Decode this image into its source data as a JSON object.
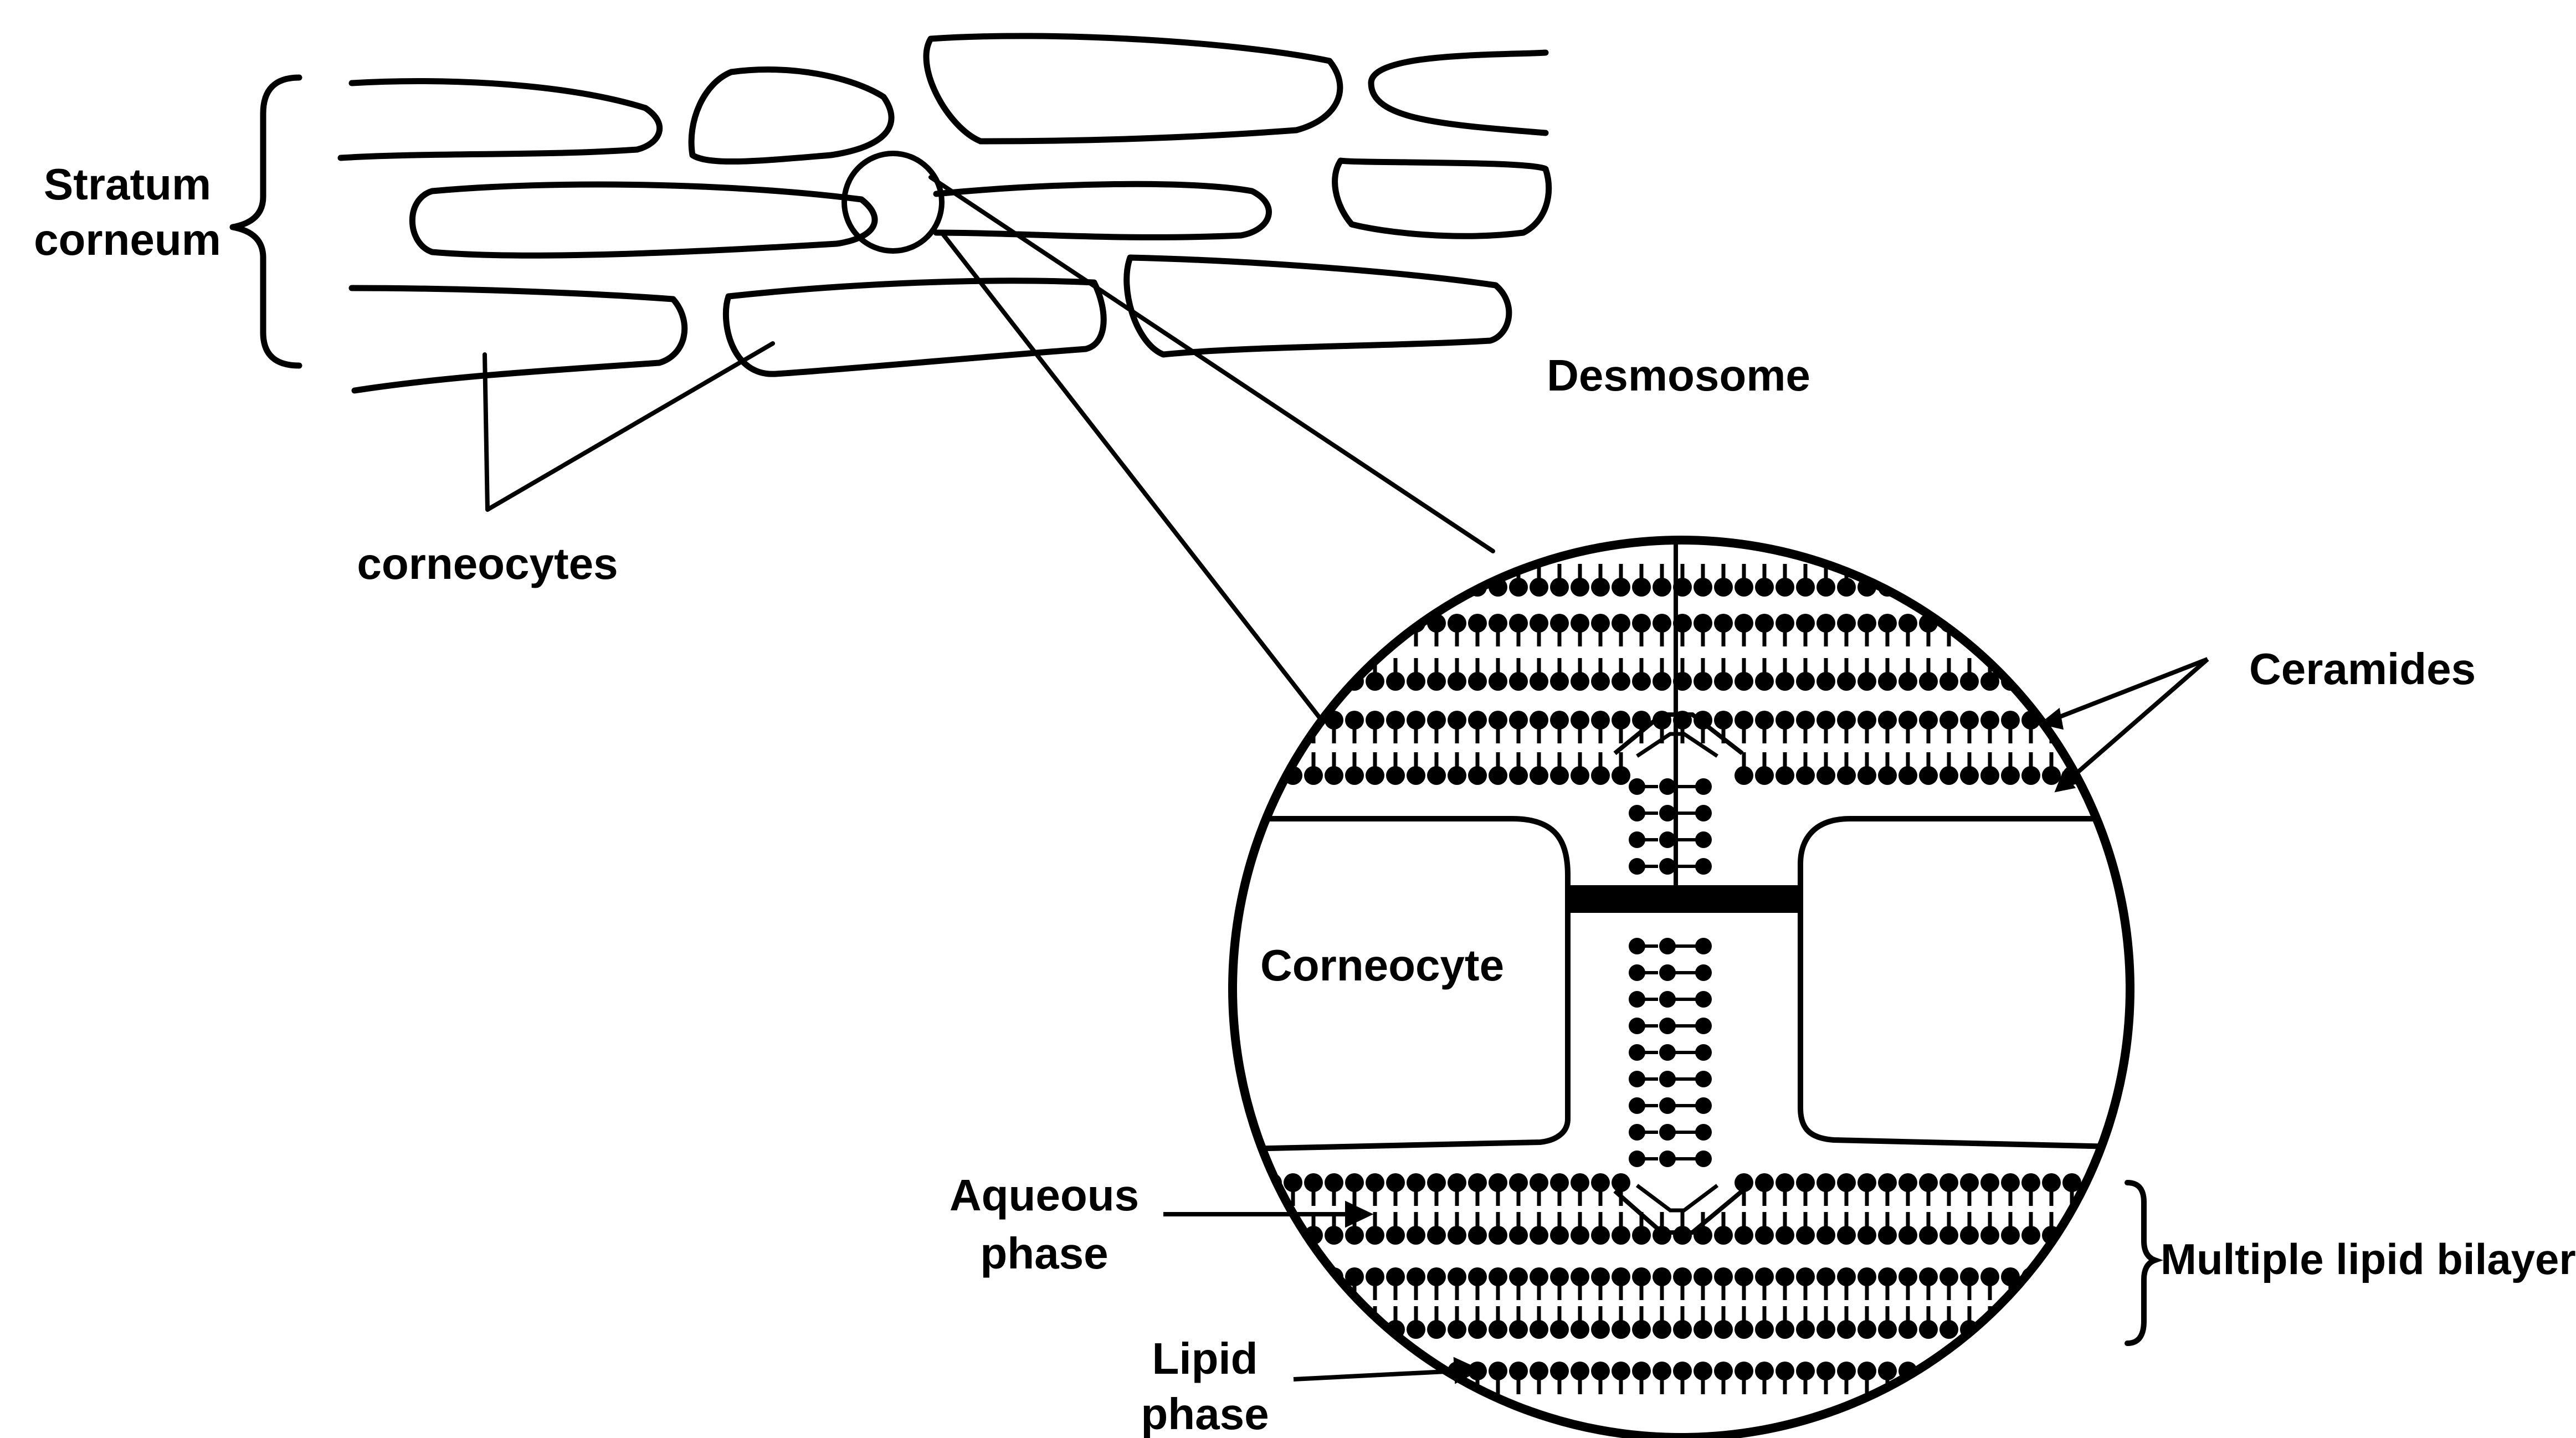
{
  "labels": {
    "stratum_line1": "Stratum",
    "stratum_line2": "corneum",
    "corneocytes": "corneocytes",
    "desmosome": "Desmosome",
    "ceramides": "Ceramides",
    "corneocyte": "Corneocyte",
    "aqueous_line1": "Aqueous",
    "aqueous_line2": "phase",
    "lipid_line1": "Lipid",
    "lipid_line2": "phase",
    "bilayer": "Multiple lipid bilayer"
  },
  "colors": {
    "ink": "#000000",
    "paper": "#ffffff"
  }
}
